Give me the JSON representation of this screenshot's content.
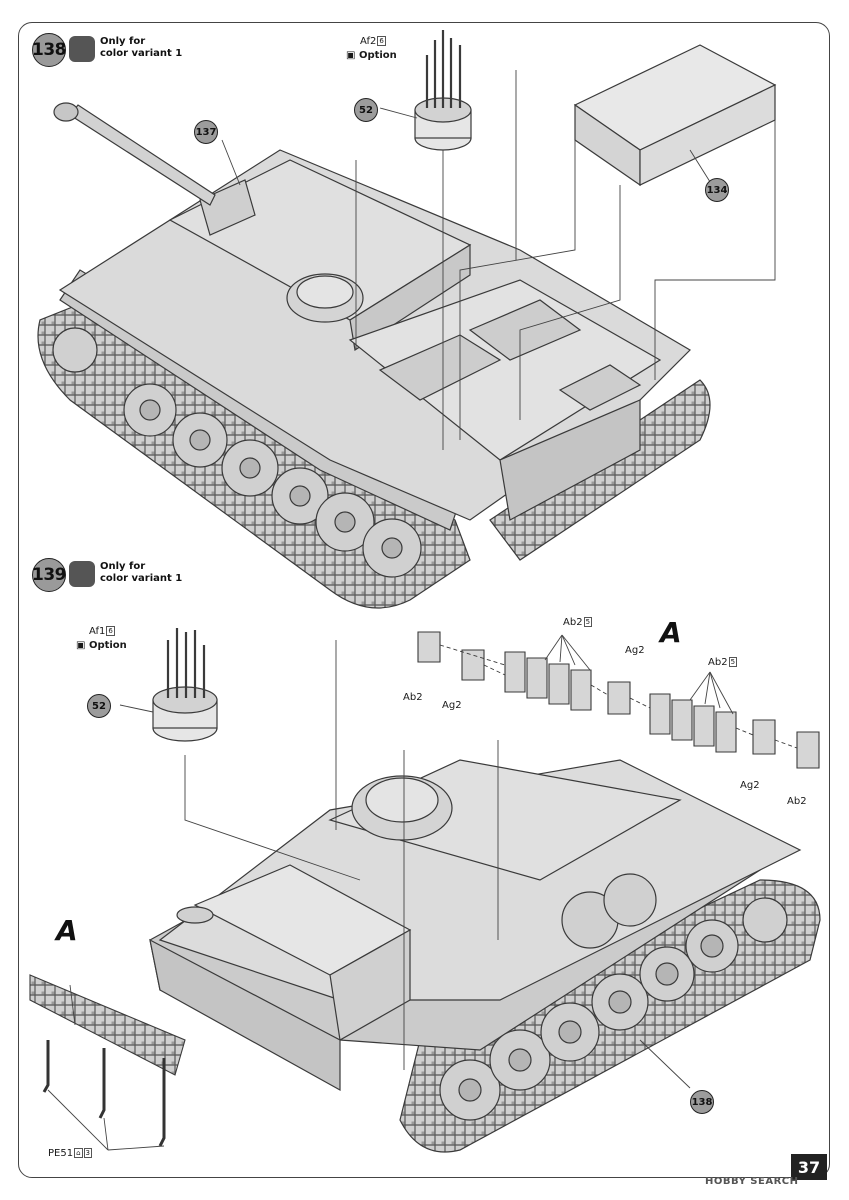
{
  "steps": [
    {
      "number": "138",
      "note": [
        "Only for",
        "color variant 1"
      ]
    },
    {
      "number": "139",
      "note": [
        "Only for",
        "color variant 1"
      ]
    }
  ],
  "callouts": {
    "af2": "Af2",
    "af2_badge": "6",
    "option_1": "Option",
    "af1": "Af1",
    "af1_badge": "6",
    "option_2": "Option",
    "part_52_top": "52",
    "part_52_bottom": "52",
    "part_137": "137",
    "part_134": "134",
    "part_138": "138",
    "ab2_top_group": "Ab2",
    "ab2_top_group_badge": "5",
    "ab2_mid_group": "Ab2",
    "ab2_mid_group_badge": "5",
    "ag2_a": "Ag2",
    "ag2_b": "Ag2",
    "ag2_c": "Ag2",
    "ab2_a": "Ab2",
    "ab2_b": "Ab2",
    "pe51": "PE51",
    "pe51_badge": "3",
    "detail_a_1": "A",
    "detail_a_2": "A"
  },
  "page_number": "37",
  "watermark": "HOBBY SEARCH",
  "colors": {
    "model": "#d6d6d6",
    "line": "#3a3a3a",
    "marker": "#9c9c9c"
  }
}
